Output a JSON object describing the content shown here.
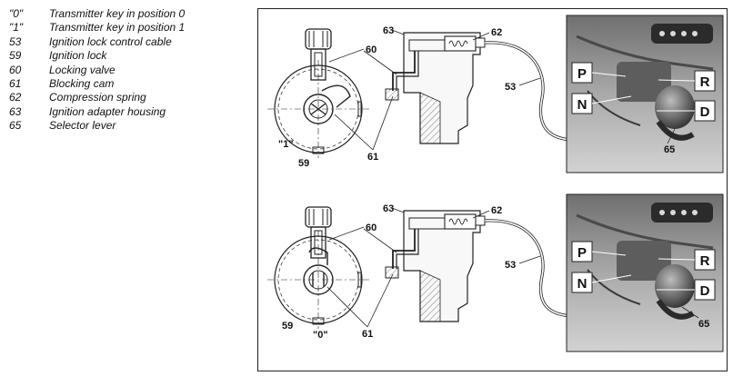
{
  "legend": [
    {
      "code": "\"0\"",
      "text": "Transmitter key in position 0"
    },
    {
      "code": "\"1\"",
      "text": "Transmitter key in position 1"
    },
    {
      "code": "53",
      "text": "Ignition lock control cable"
    },
    {
      "code": "59",
      "text": "Ignition lock"
    },
    {
      "code": "60",
      "text": "Locking valve"
    },
    {
      "code": "61",
      "text": "Blocking cam"
    },
    {
      "code": "62",
      "text": "Compression spring"
    },
    {
      "code": "63",
      "text": "Ignition adapter housing"
    },
    {
      "code": "65",
      "text": "Selector lever"
    }
  ],
  "top": {
    "labels": {
      "l63": "63",
      "l62": "62",
      "l60": "60",
      "l53": "53",
      "l61": "61",
      "l59": "59",
      "lpos": "\"1\"",
      "l65": "65"
    },
    "gears": {
      "p": "P",
      "r": "R",
      "n": "N",
      "d": "D"
    }
  },
  "bottom": {
    "labels": {
      "l63": "63",
      "l62": "62",
      "l60": "60",
      "l53": "53",
      "l61": "61",
      "l59": "59",
      "lpos": "\"0\"",
      "l65": "65"
    },
    "gears": {
      "p": "P",
      "r": "R",
      "n": "N",
      "d": "D"
    }
  }
}
